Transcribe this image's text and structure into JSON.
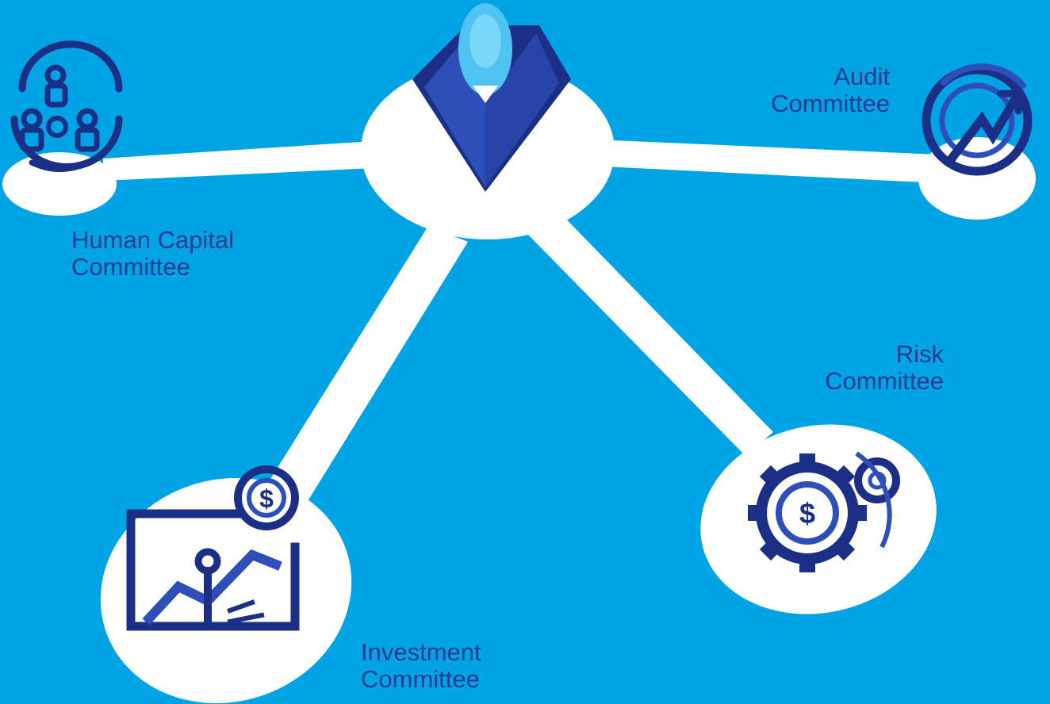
{
  "colors": {
    "background": "#00a4e4",
    "connector": "#ffffff",
    "icon_dark": "#1c2f86",
    "icon_mid": "#2f4fb8",
    "icon_light": "#4fc3f2",
    "label_text": "#233b93"
  },
  "center": {
    "icon": "board-pin-icon"
  },
  "committees": [
    {
      "id": "audit",
      "line1": "Audit",
      "line2": "Committee",
      "icon": "growth-arrow-icon"
    },
    {
      "id": "human-capital",
      "line1": "Human Capital",
      "line2": "Committee",
      "icon": "people-network-icon"
    },
    {
      "id": "risk",
      "line1": "Risk",
      "line2": "Committee",
      "icon": "dollar-gear-icon"
    },
    {
      "id": "investment",
      "line1": "Investment",
      "line2": "Committee",
      "icon": "investment-chart-icon"
    }
  ]
}
